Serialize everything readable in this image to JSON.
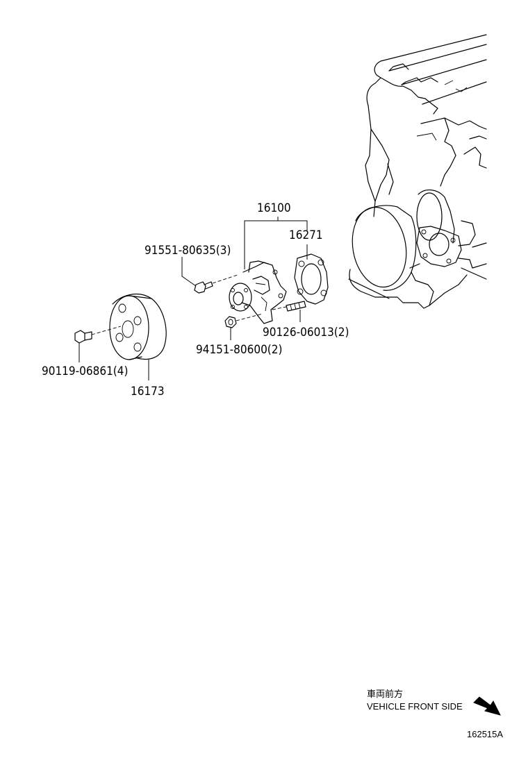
{
  "parts": {
    "water_pump_assy": "16100",
    "gasket": "16271",
    "bolt_pump": "91551-80635(3)",
    "stud_bolt": "90126-06013(2)",
    "nut": "94151-80600(2)",
    "bolt_pulley": "90119-06861(4)",
    "pulley": "16173"
  },
  "notes": {
    "direction_jp": "車両前方",
    "direction_en": "VEHICLE FRONT SIDE",
    "figure_id": "162515A"
  }
}
